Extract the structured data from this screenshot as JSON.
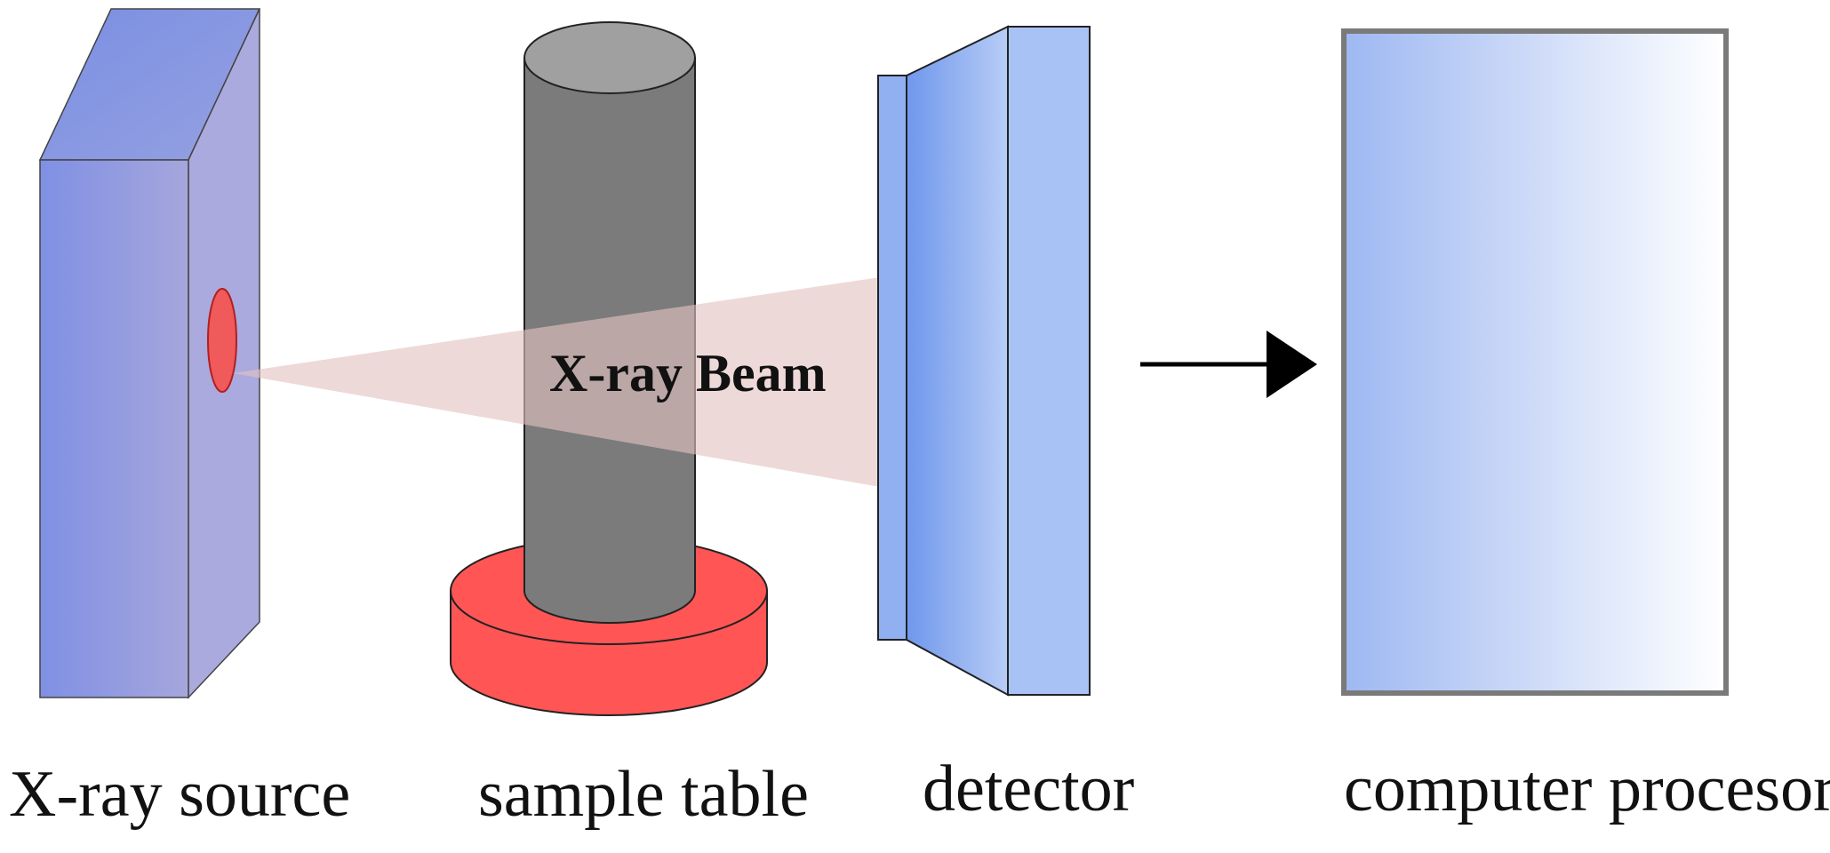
{
  "labels": {
    "xray_source": "X-ray source",
    "sample_table": "sample table",
    "detector": "detector",
    "computer_processor": "computer procesor",
    "beam": "X-ray Beam"
  },
  "colors": {
    "source_blue": "#8e9be2",
    "cylinder_gray": "#7a7a7a",
    "table_red": "#ff5555",
    "detector_blue": "#7fa6f0",
    "beam_pink": "#e8c8c8",
    "processor_blue": "#a9c1f5",
    "arrow": "#000000"
  }
}
